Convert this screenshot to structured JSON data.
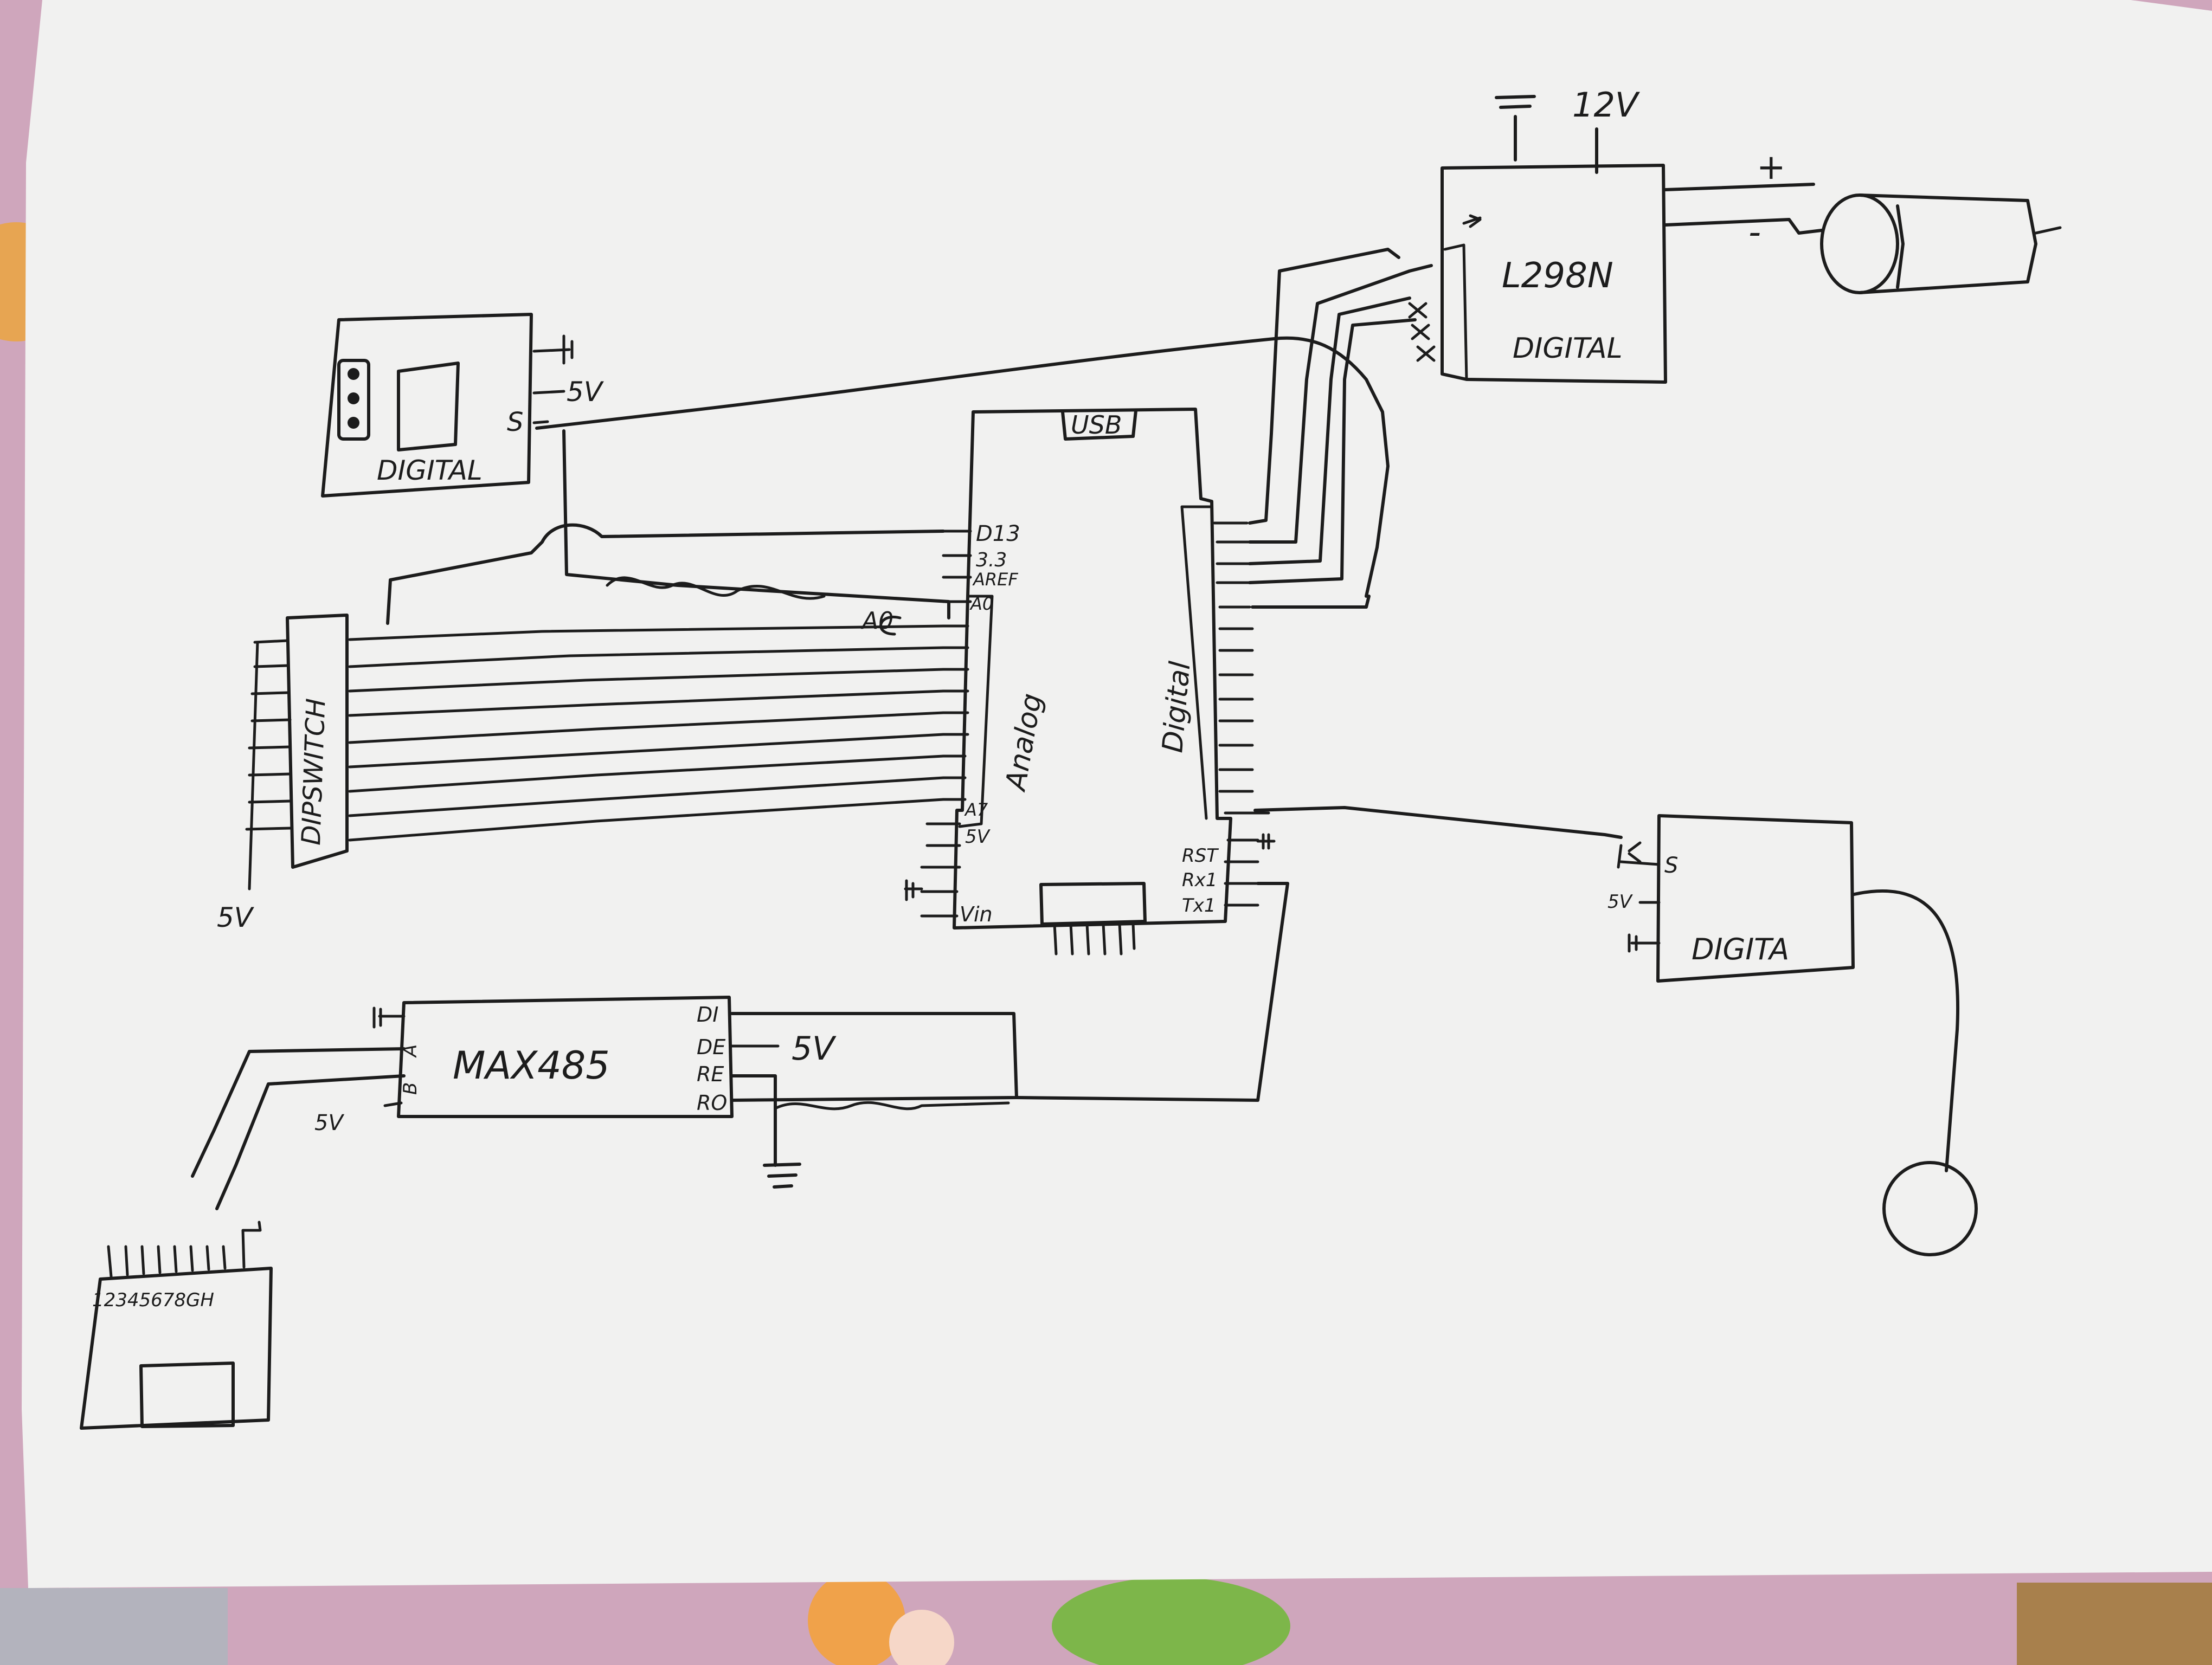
{
  "labels": {
    "motor_driver_supply": "12V",
    "motor_driver_name": "L298N",
    "motor_driver_type": "DIGITAL",
    "motor_plus": "+",
    "motor_minus": "-",
    "top_left_module_pin_5v": "5V",
    "top_left_module_pin_s": "S",
    "top_left_module_type": "DIGITAL",
    "board_usb": "USB",
    "board_pin_d13": "D13",
    "board_pin_3v3": "3.3",
    "board_pin_aref": "AREF",
    "board_pin_a0": "A0",
    "board_pin_a0_callout": "A0",
    "board_pin_a7": "A7",
    "board_pin_5v": "5V",
    "board_pin_vin": "Vin",
    "board_pin_rst": "RST",
    "board_pin_rx1": "Rx1",
    "board_pin_tx1": "Tx1",
    "board_analog": "Analog",
    "board_digital": "Digital",
    "dipswitch": "DIPSWITCH",
    "dipswitch_5v": "5V",
    "right_module_pin_s": "S",
    "right_module_pin_5v": "5V",
    "right_module_type": "DIGITA",
    "max485_name": "MAX485",
    "max485_pin_di": "DI",
    "max485_pin_de": "DE",
    "max485_pin_re": "RE",
    "max485_pin_ro": "RO",
    "max485_de_5v": "5V",
    "max485_pin_a": "A",
    "max485_pin_b": "B",
    "max485_left_5v": "5V",
    "connector_pins": "12345678GH"
  },
  "colors": {
    "paper": "#f1f1f0",
    "ink": "#1c1c1c",
    "background": "#c9a9b8"
  }
}
